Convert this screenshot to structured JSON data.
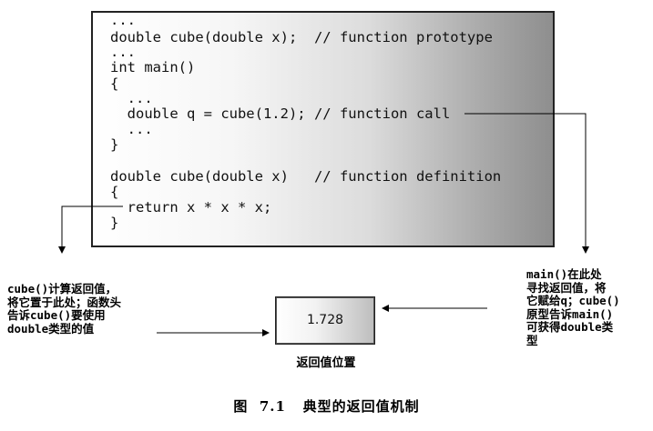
{
  "code_lines": [
    "...",
    "double cube(double x);  // function prototype",
    "...",
    "int main()",
    "{",
    "  ...",
    "  double q = cube(1.2); // function call",
    "  ...",
    "}",
    "",
    "double cube(double x)   // function definition",
    "{",
    "  return x * x * x;",
    "}"
  ],
  "return_box": {
    "value": "1.728",
    "caption": "返回值位置"
  },
  "left_note": "cube()计算返回值，\n将它置于此处；函数头\n告诉cube()要使用\ndouble类型的值",
  "right_note": "main()在此处\n寻找返回值，将\n它赋给q；cube()\n原型告诉main()\n可获得double类\n型",
  "figure_caption": "图  7.1   典型的返回值机制"
}
